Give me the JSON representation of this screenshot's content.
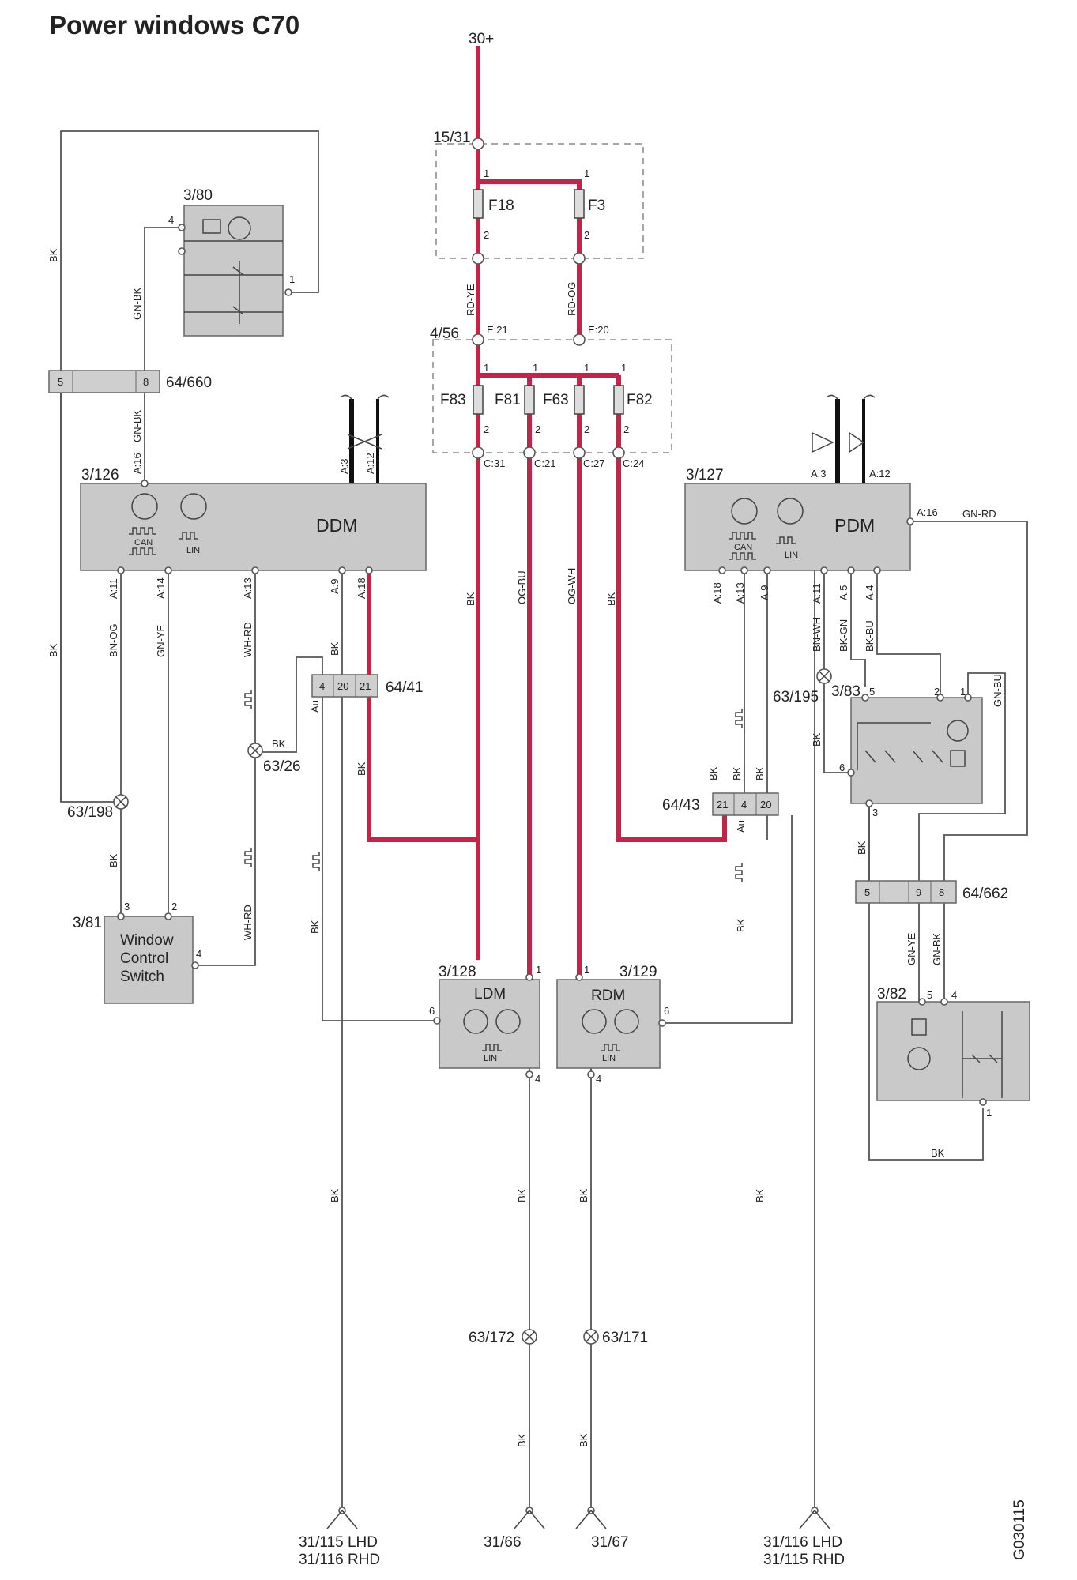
{
  "title": "Power windows C70",
  "supply": "30+",
  "drawing_id": "G030115",
  "fuse_box_a": {
    "name": "15/31",
    "fuses": [
      "F18",
      "F3"
    ],
    "pin_in": "1",
    "pin_out": "2"
  },
  "fuse_box_b": {
    "name": "4/56",
    "inputs": [
      "E:21",
      "E:20"
    ],
    "fuses": [
      "F83",
      "F81",
      "F63",
      "F82"
    ],
    "outputs": [
      "C:31",
      "C:21",
      "C:27",
      "C:24"
    ]
  },
  "wire_colors": {
    "rdye": "RD-YE",
    "rdog": "RD-OG",
    "ogbu": "OG-BU",
    "ogwh": "OG-WH",
    "bk": "BK",
    "gnbk": "GN-BK",
    "bnog": "BN-OG",
    "gnye": "GN-YE",
    "whrd": "WH-RD",
    "gnrd": "GN-RD",
    "bnwh": "BN-WH",
    "bkgn": "BK-GN",
    "bkbu": "BK-BU",
    "gnbu": "GN-BU",
    "au": "Au"
  },
  "modules": {
    "ddm": {
      "ref": "3/126",
      "label": "DDM",
      "can": "CAN",
      "lin": "LIN",
      "pins": [
        "A:16",
        "A:3",
        "A:12",
        "A:11",
        "A:14",
        "A:13",
        "A:9",
        "A:18"
      ]
    },
    "pdm": {
      "ref": "3/127",
      "label": "PDM",
      "can": "CAN",
      "lin": "LIN",
      "pins": [
        "A:3",
        "A:12",
        "A:16",
        "A:18",
        "A:13",
        "A:9",
        "A:11",
        "A:5",
        "A:4"
      ]
    },
    "ldm": {
      "ref": "3/128",
      "label": "LDM",
      "lin": "LIN",
      "pins": [
        "1",
        "6",
        "4"
      ]
    },
    "rdm": {
      "ref": "3/129",
      "label": "RDM",
      "lin": "LIN",
      "pins": [
        "1",
        "6",
        "4"
      ]
    },
    "wcs": {
      "ref": "3/81",
      "label_lines": [
        "Window",
        "Control",
        "Switch"
      ],
      "pins": [
        "3",
        "2",
        "4"
      ]
    }
  },
  "switches": {
    "sw380": {
      "ref": "3/80",
      "pins": [
        "4",
        "1"
      ]
    },
    "sw383": {
      "ref": "3/83",
      "pins": [
        "5",
        "2",
        "1",
        "6",
        "3"
      ]
    },
    "sw382": {
      "ref": "3/82",
      "pins": [
        "5",
        "4",
        "1"
      ]
    }
  },
  "connectors": {
    "c64660": {
      "name": "64/660",
      "pins": [
        "5",
        "8"
      ]
    },
    "c6441": {
      "name": "64/41",
      "pins": [
        "4",
        "20",
        "21"
      ]
    },
    "c6443": {
      "name": "64/43",
      "pins": [
        "21",
        "4",
        "20"
      ]
    },
    "c64662": {
      "name": "64/662",
      "pins": [
        "5",
        "9",
        "8"
      ]
    }
  },
  "splices": {
    "s63198": "63/198",
    "s6326": "63/26",
    "s63195": "63/195",
    "s63172": "63/172",
    "s63171": "63/171"
  },
  "grounds": {
    "g1_line1": "31/115 LHD",
    "g1_line2": "31/116 RHD",
    "g2": "31/66",
    "g3": "31/67",
    "g4_line1": "31/116 LHD",
    "g4_line2": "31/115 RHD"
  }
}
